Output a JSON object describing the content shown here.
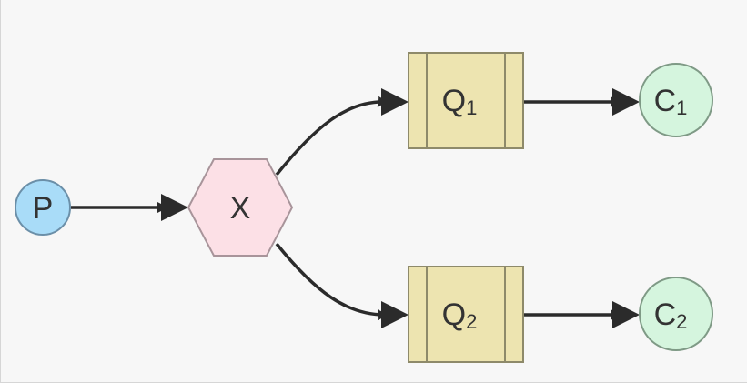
{
  "diagram": {
    "nodes": {
      "producer": {
        "label": "P",
        "fill": "#a9dcf8",
        "stroke": "#6b8fa8"
      },
      "exchange": {
        "label": "X",
        "fill": "#fce0e6",
        "stroke": "#a8949a"
      },
      "queue1": {
        "label": "Q",
        "sub": "1",
        "fill": "#ede4b0",
        "stroke": "#8e8a6a"
      },
      "queue2": {
        "label": "Q",
        "sub": "2",
        "fill": "#ede4b0",
        "stroke": "#8e8a6a"
      },
      "consumer1": {
        "label": "C",
        "sub": "1",
        "fill": "#d5f5de",
        "stroke": "#7f9a86"
      },
      "consumer2": {
        "label": "C",
        "sub": "2",
        "fill": "#d5f5de",
        "stroke": "#7f9a86"
      }
    },
    "edges": [
      {
        "from": "P",
        "to": "X"
      },
      {
        "from": "X",
        "to": "Q1"
      },
      {
        "from": "X",
        "to": "Q2"
      },
      {
        "from": "Q1",
        "to": "C1"
      },
      {
        "from": "Q2",
        "to": "C2"
      }
    ],
    "edge_color": "#2b2b2b"
  }
}
